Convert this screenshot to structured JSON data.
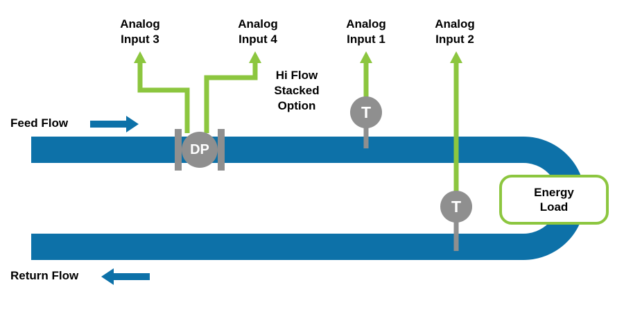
{
  "colors": {
    "pipe": "#0d71a8",
    "signal_green": "#8cc63f",
    "sensor_gray": "#8f8f8f",
    "text": "#000000"
  },
  "labels": {
    "analog_input_3": "Analog\nInput 3",
    "analog_input_4": "Analog\nInput 4",
    "analog_input_1": "Analog\nInput 1",
    "analog_input_2": "Analog\nInput 2",
    "hi_flow_option": "Hi Flow\nStacked\nOption",
    "feed_flow": "Feed Flow",
    "return_flow": "Return Flow",
    "energy_load": "Energy\nLoad",
    "dp_sensor": "DP",
    "temp_sensor_1": "T",
    "temp_sensor_2": "T"
  }
}
